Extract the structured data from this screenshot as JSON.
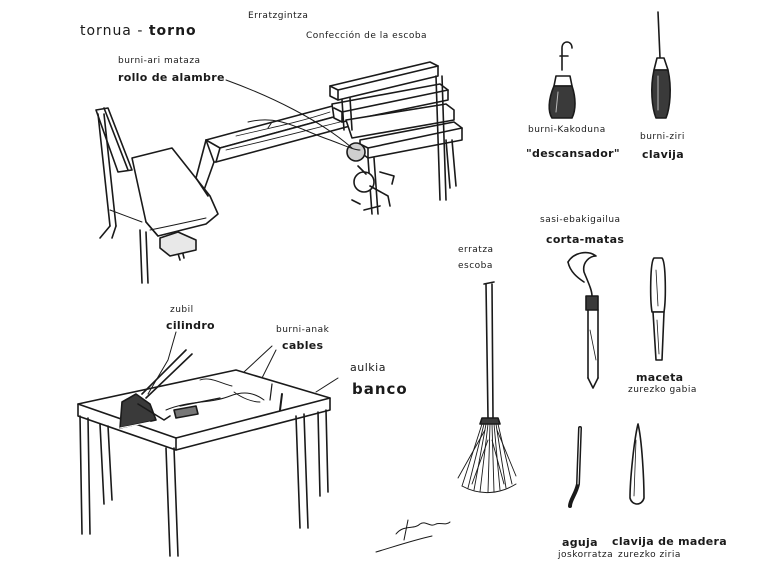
{
  "header": {
    "title_basque": "tornua",
    "title_dash": "-",
    "title_spanish": "torno",
    "subtitle_basque": "Erratzgintza",
    "subtitle_spanish": "Confección de la escoba"
  },
  "labels": {
    "wire_roll_basque": "burni-ari mataza",
    "wire_roll_spanish": "rollo de alambre",
    "hook_basque": "burni-Kakoduna",
    "hook_spanish": "\"descansador\"",
    "peg_basque": "burni-ziri",
    "peg_spanish": "clavija",
    "cutter_basque": "sasi-ebakigailua",
    "cutter_spanish": "corta-matas",
    "broom_basque": "erratza",
    "broom_spanish": "escoba",
    "cylinder_basque": "zubil",
    "cylinder_spanish": "cilindro",
    "cables_basque": "burni-anak",
    "cables_spanish": "cables",
    "bench_basque": "aulkia",
    "bench_spanish": "banco",
    "mallet_spanish": "maceta",
    "mallet_basque": "zurezko gabia",
    "needle_spanish": "aguja",
    "needle_basque": "joskorratza",
    "woodpeg_spanish": "clavija de madera",
    "woodpeg_basque": "zurezko ziria"
  },
  "colors": {
    "ink": "#1a1a1a",
    "paper": "#ffffff"
  }
}
